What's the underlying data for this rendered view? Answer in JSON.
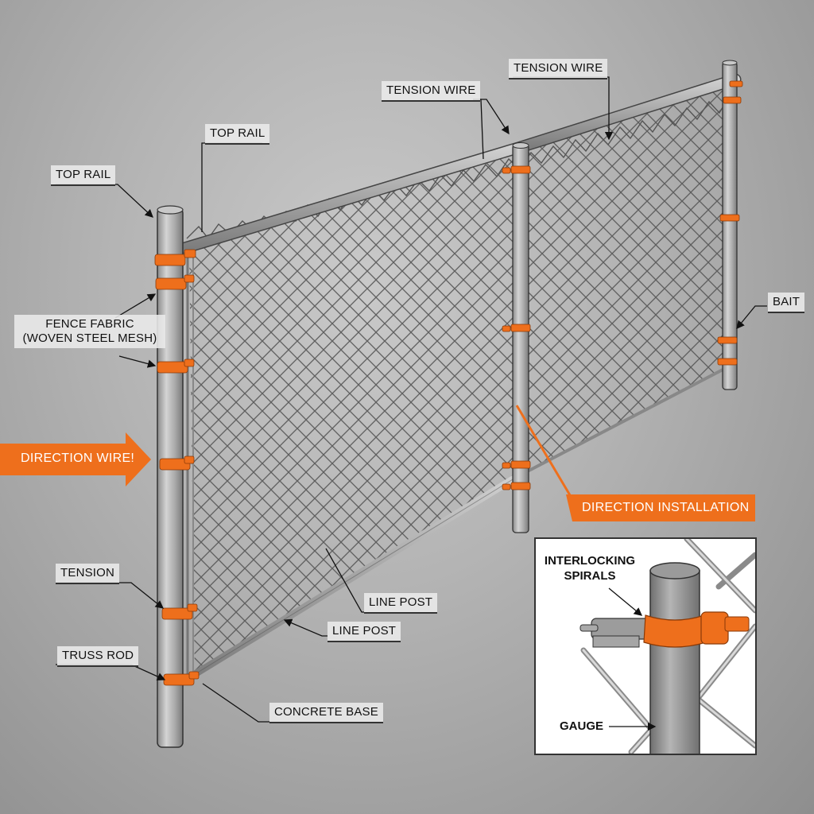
{
  "diagram": {
    "subject": "Chain-link fence installation",
    "colors": {
      "background": "#b8b8b8",
      "accent_orange": "#ee6f1c",
      "post_gray": "#a6a6a6",
      "mesh_gray": "#555555",
      "label_bg": "#ebebeb"
    },
    "labels": {
      "top_rail_left": "TOP RAIL",
      "top_rail_mid": "TOP RAIL",
      "tension_wire_1": "TENSION WIRE",
      "tension_wire_2": "TENSION WIRE",
      "fence_fabric_line1": "FENCE FABRIC",
      "fence_fabric_line2": "(WOVEN STEEL MESH)",
      "bait": "BAIT",
      "tension": "TENSION",
      "truss_rod": "TRUSS ROD",
      "line_post_1": "LINE POST",
      "line_post_2": "LINE POST",
      "concrete_base": "CONCRETE BASE"
    },
    "banners": {
      "direction_wire": "DIRECTION WIRE!",
      "direction_installation": "DIRECTION INSTALLATION"
    },
    "inset": {
      "title_line1": "INTERLOCKING",
      "title_line2": "SPIRALS",
      "gauge": "GAUGE"
    }
  }
}
